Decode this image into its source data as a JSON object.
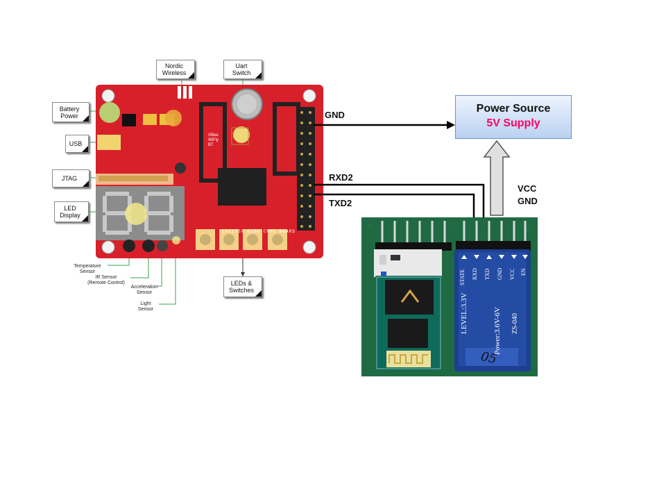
{
  "callouts": {
    "nordic": "Nordic\nWireless",
    "uart": "Uart\nSwitch",
    "battery": "Battery\nPower",
    "usb": "USB",
    "jtag": "JTAG",
    "led_display": "LED\nDisplay",
    "leds_switches": "LEDs &\nSwitches"
  },
  "sensors": {
    "temperature": "Temperature\nSensor",
    "ir": "IR Sensor\n(Remote Control)",
    "acceleration": "Acceleration\nSensor",
    "light": "Light\nSensor"
  },
  "board_silkscreen": {
    "board_name": "LPC1758 SJSU CMPE BOARD",
    "xbee": "XBee\nWiFly\nBT"
  },
  "wires": {
    "gnd": "GND",
    "rxd2": "RXD2",
    "txd2": "TXD2",
    "vcc_gnd": "VCC\nGND"
  },
  "power_source": {
    "title": "Power Source",
    "subtitle": "5V Supply",
    "subtitle_color": "#ff0066"
  },
  "bt_module": {
    "pins": [
      "STATE",
      "RXD",
      "TXD",
      "GND",
      "VCC",
      "EN"
    ],
    "level": "LEVEL:3.3V",
    "power": "Power:3.6V-6V",
    "model": "ZS-040",
    "handwritten": "05"
  },
  "colors": {
    "board_red": "#d8202a",
    "module_bg": "#1f6a42",
    "module_blue": "#1c3f91"
  }
}
